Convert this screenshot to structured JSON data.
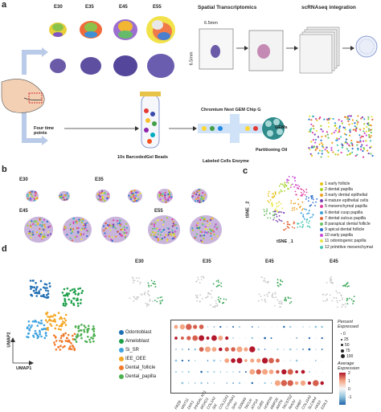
{
  "panel_labels": {
    "a": "a",
    "b": "b",
    "c": "c",
    "d": "d"
  },
  "panel_a": {
    "stages": [
      "E30",
      "E35",
      "E45",
      "E55"
    ],
    "spatial_title": "Spatial Transcriptomics",
    "scrna_title": "scRNAseq integration",
    "dim_h": "6.5mm",
    "dim_v": "6.5mm",
    "four_time_points": "Four time points",
    "beads_label": "10x BarcodedGel Beads",
    "chip_label": "Chromium Next GEM Chip G",
    "gems_label": "GEMs",
    "partitioning_oil": "Partitioning Oil",
    "labeled_cells": "Labeled Cells Enzyme"
  },
  "panel_b": {
    "stages": [
      "E30",
      "E35",
      "E45",
      "E55"
    ]
  },
  "panel_c": {
    "xlabel": "tSNE _1",
    "ylabel": "tSNE _2",
    "clusters": [
      {
        "label": "1 early follicle",
        "color": "#e8c21a"
      },
      {
        "label": "2 dental papilla",
        "color": "#a5d32a"
      },
      {
        "label": "3 early dental epithelial",
        "color": "#f0a020"
      },
      {
        "label": "4 mature epithelial cells",
        "color": "#7a3fb0"
      },
      {
        "label": "5 mesenchymal papilla",
        "color": "#e040a0"
      },
      {
        "label": "6 dental cusp papilla",
        "color": "#3aa0d8"
      },
      {
        "label": "7 dental sulcus papilla",
        "color": "#e06a3a"
      },
      {
        "label": "8 parapical dental follicle",
        "color": "#6fc26a"
      },
      {
        "label": "9 apical dental follicle",
        "color": "#2b6fd0"
      },
      {
        "label": "10 early papilla",
        "color": "#c84ad6"
      },
      {
        "label": "11 odontogenic papilla",
        "color": "#e8e84a"
      },
      {
        "label": "12 primitive mesenchymal",
        "color": "#47c7b2"
      }
    ]
  },
  "panel_d": {
    "stages": [
      "E30",
      "E35",
      "E45",
      "E45"
    ],
    "umap_x": "UMAP1",
    "umap_y": "UMAP2",
    "cell_types": [
      {
        "label": "Odontoblast",
        "color": "#1f6fb5"
      },
      {
        "label": "Ameloblast",
        "color": "#1e9f4a"
      },
      {
        "label": "Si_SR",
        "color": "#3fa3e0"
      },
      {
        "label": "IEE_OEE",
        "color": "#f5a623"
      },
      {
        "label": "Dental_follicle",
        "color": "#f07a2a"
      },
      {
        "label": "Dental_papilla",
        "color": "#4caf50"
      }
    ],
    "genes": [
      "FRZB",
      "WNT11",
      "DKK1",
      "IHHDAL NT1",
      "MOXD1",
      "COL1A2",
      "SIX",
      "COL12A1",
      "CYP26A1",
      "SHH",
      "S100A6",
      "TACLN",
      "ATP1A",
      "GJB5",
      "HORTIN",
      "MMP20",
      "AMTN",
      "TACSTD2",
      "RHOV",
      "DMBT",
      "COL11A2",
      "SLC4A4",
      "HAS3",
      "EDIL3"
    ],
    "percent_title": "Percent\nExpressed",
    "percent_values": [
      "0",
      "25",
      "50",
      "75",
      "100"
    ],
    "avg_title": "Average\nExpression",
    "avg_values": [
      "2",
      "1",
      "0",
      "-1"
    ]
  }
}
